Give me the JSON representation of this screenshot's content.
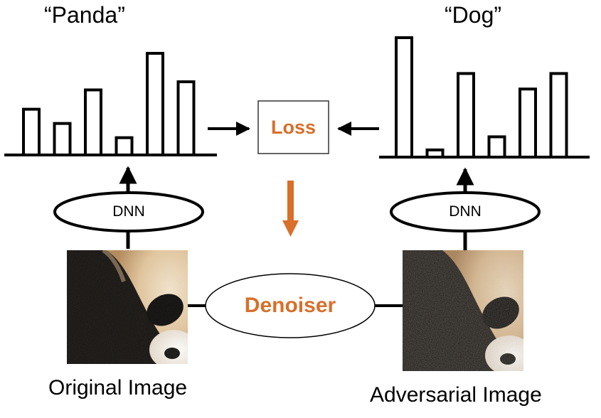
{
  "left_panel": {
    "class_label": "“Panda”",
    "bars": [
      0.45,
      0.31,
      0.64,
      0.17,
      1.0,
      0.72
    ],
    "model_label": "DNN",
    "image_caption": "Original Image"
  },
  "right_panel": {
    "class_label": "“Dog”",
    "bars": [
      1.0,
      0.06,
      0.7,
      0.17,
      0.57,
      0.7
    ],
    "model_label": "DNN",
    "image_caption": "Adversarial Image"
  },
  "loss_label": "Loss",
  "denoiser_label": "Denoiser",
  "colors": {
    "accent": "#d86f2a",
    "line": "#000000",
    "panda_dark": "#121110",
    "panda_light": "#e7cfaa"
  }
}
